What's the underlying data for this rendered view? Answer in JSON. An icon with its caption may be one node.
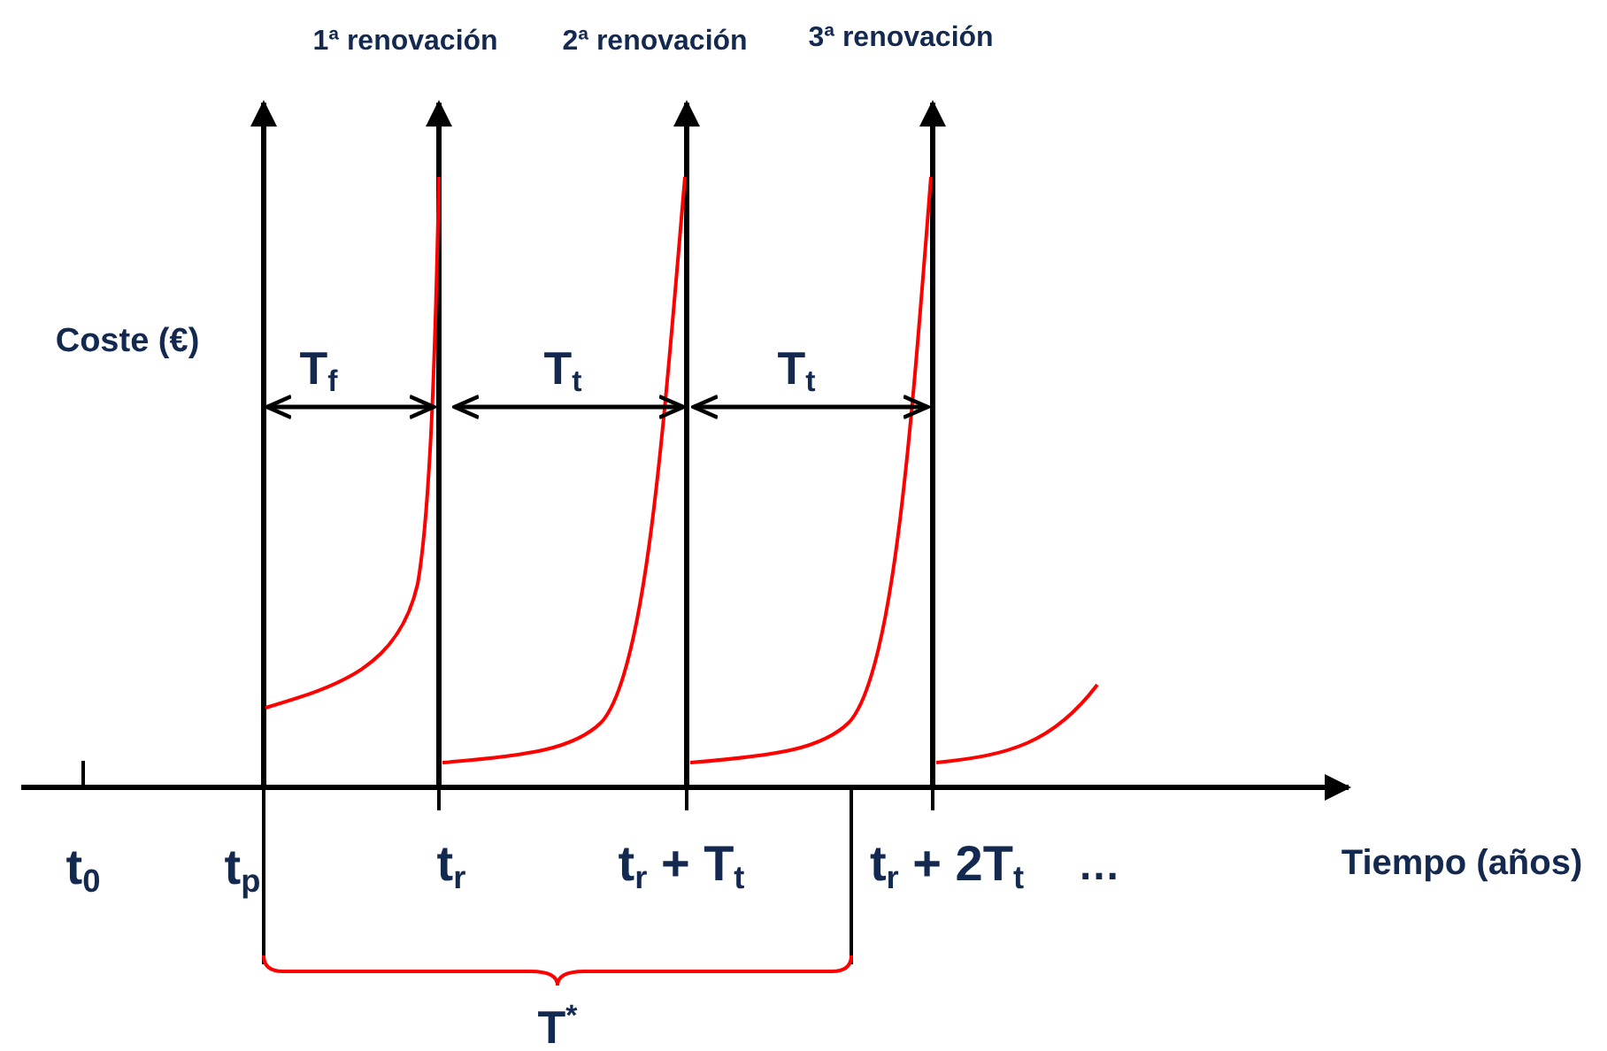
{
  "diagram": {
    "labels": [
      "1ª renovación",
      "2ª renovación",
      "3ª renovación",
      "Coste (€)",
      "T$_{f}$",
      "T$_{t}$",
      "T$_{t}$",
      "t$_{0}$",
      "t$_{p}$",
      "t$_{r}$",
      "t$_{r}$ + T$_{t}$",
      "t$_{r}$ + 2T$_{t}$",
      "…",
      "Tiempo (años)",
      "T$^{*}$"
    ]
  }
}
